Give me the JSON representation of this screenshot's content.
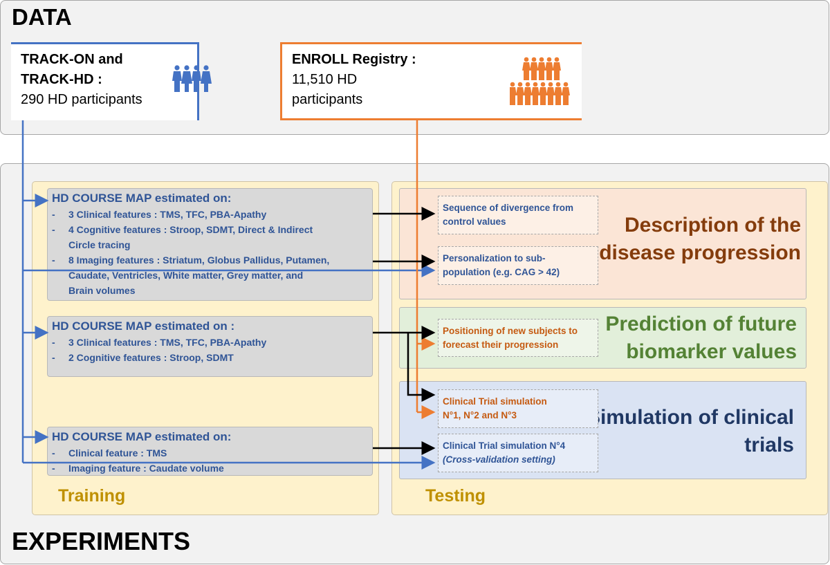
{
  "data_section": {
    "title": "DATA",
    "track": {
      "line1": "TRACK-ON and",
      "line2": "TRACK-HD :",
      "line3": "290 HD participants"
    },
    "enroll": {
      "line1": "ENROLL Registry :",
      "line2": "11,510 HD",
      "line3": "participants"
    }
  },
  "experiments_section": {
    "title": "EXPERIMENTS",
    "training_label": "Training",
    "testing_label": "Testing"
  },
  "training_maps": [
    {
      "header": "HD COURSE MAP estimated on:",
      "items": [
        {
          "dash": "-",
          "text": "3 Clinical features : TMS, TFC, PBA-Apathy"
        },
        {
          "dash": "-",
          "text": "4 Cognitive features :  Stroop, SDMT, Direct & Indirect"
        },
        {
          "dash": "",
          "text": "Circle tracing"
        },
        {
          "dash": "-",
          "text": "8 Imaging features : Striatum, Globus Pallidus, Putamen,"
        },
        {
          "dash": "",
          "text": "Caudate, Ventricles, White matter, Grey matter, and"
        },
        {
          "dash": "",
          "text": "Brain volumes"
        }
      ]
    },
    {
      "header": "HD COURSE MAP estimated on :",
      "items": [
        {
          "dash": "-",
          "text": "3 Clinical features : TMS, TFC, PBA-Apathy"
        },
        {
          "dash": "-",
          "text": "2 Cognitive features :  Stroop, SDMT"
        }
      ]
    },
    {
      "header": "HD COURSE MAP estimated on:",
      "items": [
        {
          "dash": "-",
          "text": "Clinical feature : TMS"
        },
        {
          "dash": "-",
          "text": "Imaging feature : Caudate volume"
        }
      ]
    }
  ],
  "tasks": {
    "description": {
      "line1": "Description of the",
      "line2": "disease progression",
      "color": "#843c0c"
    },
    "prediction": {
      "line1": "Prediction of future",
      "line2": "biomarker values",
      "color": "#548235"
    },
    "simulation": {
      "line1": "Simulation of clinical",
      "line2": "trials",
      "color": "#203864"
    }
  },
  "results": {
    "r1": {
      "line1": "Sequence of divergence from",
      "line2": "control values"
    },
    "r2": {
      "line1": "Personalization to sub-",
      "line2": "population (e.g. CAG > 42)"
    },
    "r3": {
      "line1": "Positioning of new subjects to",
      "line2": "forecast their progression"
    },
    "r4": {
      "line1": "Clinical Trial simulation",
      "line2": "N°1, N°2 and N°3"
    },
    "r5": {
      "line1": "Clinical Trial simulation N°4",
      "line2": "(Cross-validation setting)"
    }
  },
  "colors": {
    "track_blue": "#4472c4",
    "enroll_orange": "#ed7d31",
    "arrow_black": "#000000"
  },
  "icons": {
    "track": "people-group-icon",
    "enroll": "crowd-icon"
  }
}
